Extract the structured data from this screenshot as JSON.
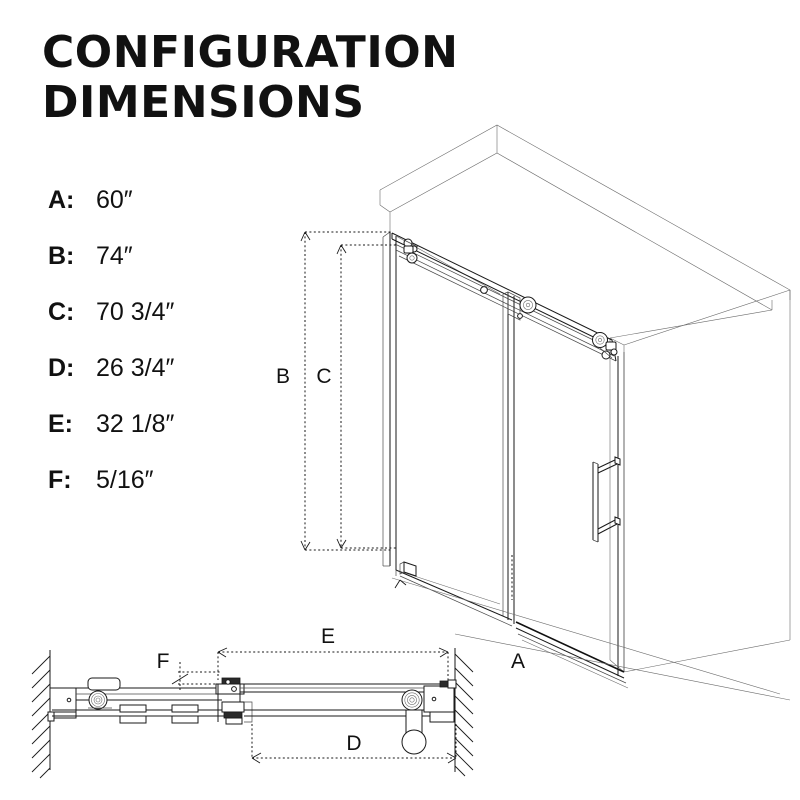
{
  "title": {
    "line1": "CONFIGURATION",
    "line2": "DIMENSIONS"
  },
  "legend": {
    "items": [
      {
        "key": "A:",
        "value": "60″"
      },
      {
        "key": "B:",
        "value": "74″"
      },
      {
        "key": "C:",
        "value": "70 3/4″"
      },
      {
        "key": "D:",
        "value": "26 3/4″"
      },
      {
        "key": "E:",
        "value": "32 1/8″"
      },
      {
        "key": "F:",
        "value": "5/16″"
      }
    ]
  },
  "drawing": {
    "type": "technical-line-drawing",
    "subject": "frameless sliding shower door enclosure",
    "views": [
      {
        "name": "isometric-view",
        "description": "Isometric view of alcove shower enclosure with sliding glass door, top roller track, and bar handle"
      },
      {
        "name": "plan-section-view",
        "description": "Bottom plan/section view of the track assembly between two walls showing rollers, glass panels and handle"
      }
    ],
    "dimension_callouts": [
      {
        "label": "A",
        "view": "isometric-view",
        "position": "bottom-right-diagonal",
        "meaning": "overall opening width",
        "value": "60″"
      },
      {
        "label": "B",
        "view": "isometric-view",
        "position": "left-outer-vertical",
        "meaning": "overall height",
        "value": "74″"
      },
      {
        "label": "C",
        "view": "isometric-view",
        "position": "left-inner-vertical",
        "meaning": "glass panel height",
        "value": "70 3/4″"
      },
      {
        "label": "D",
        "view": "plan-section-view",
        "position": "lower",
        "meaning": "fixed panel width",
        "value": "26 3/4″"
      },
      {
        "label": "E",
        "view": "plan-section-view",
        "position": "upper",
        "meaning": "sliding door panel width",
        "value": "32 1/8″"
      },
      {
        "label": "F",
        "view": "plan-section-view",
        "position": "upper-left",
        "meaning": "glass thickness",
        "value": "5/16″"
      }
    ],
    "colors": {
      "background": "#ffffff",
      "line": "#1a1a1a",
      "thin_line": "#4a4a4a",
      "text": "#111111"
    }
  }
}
